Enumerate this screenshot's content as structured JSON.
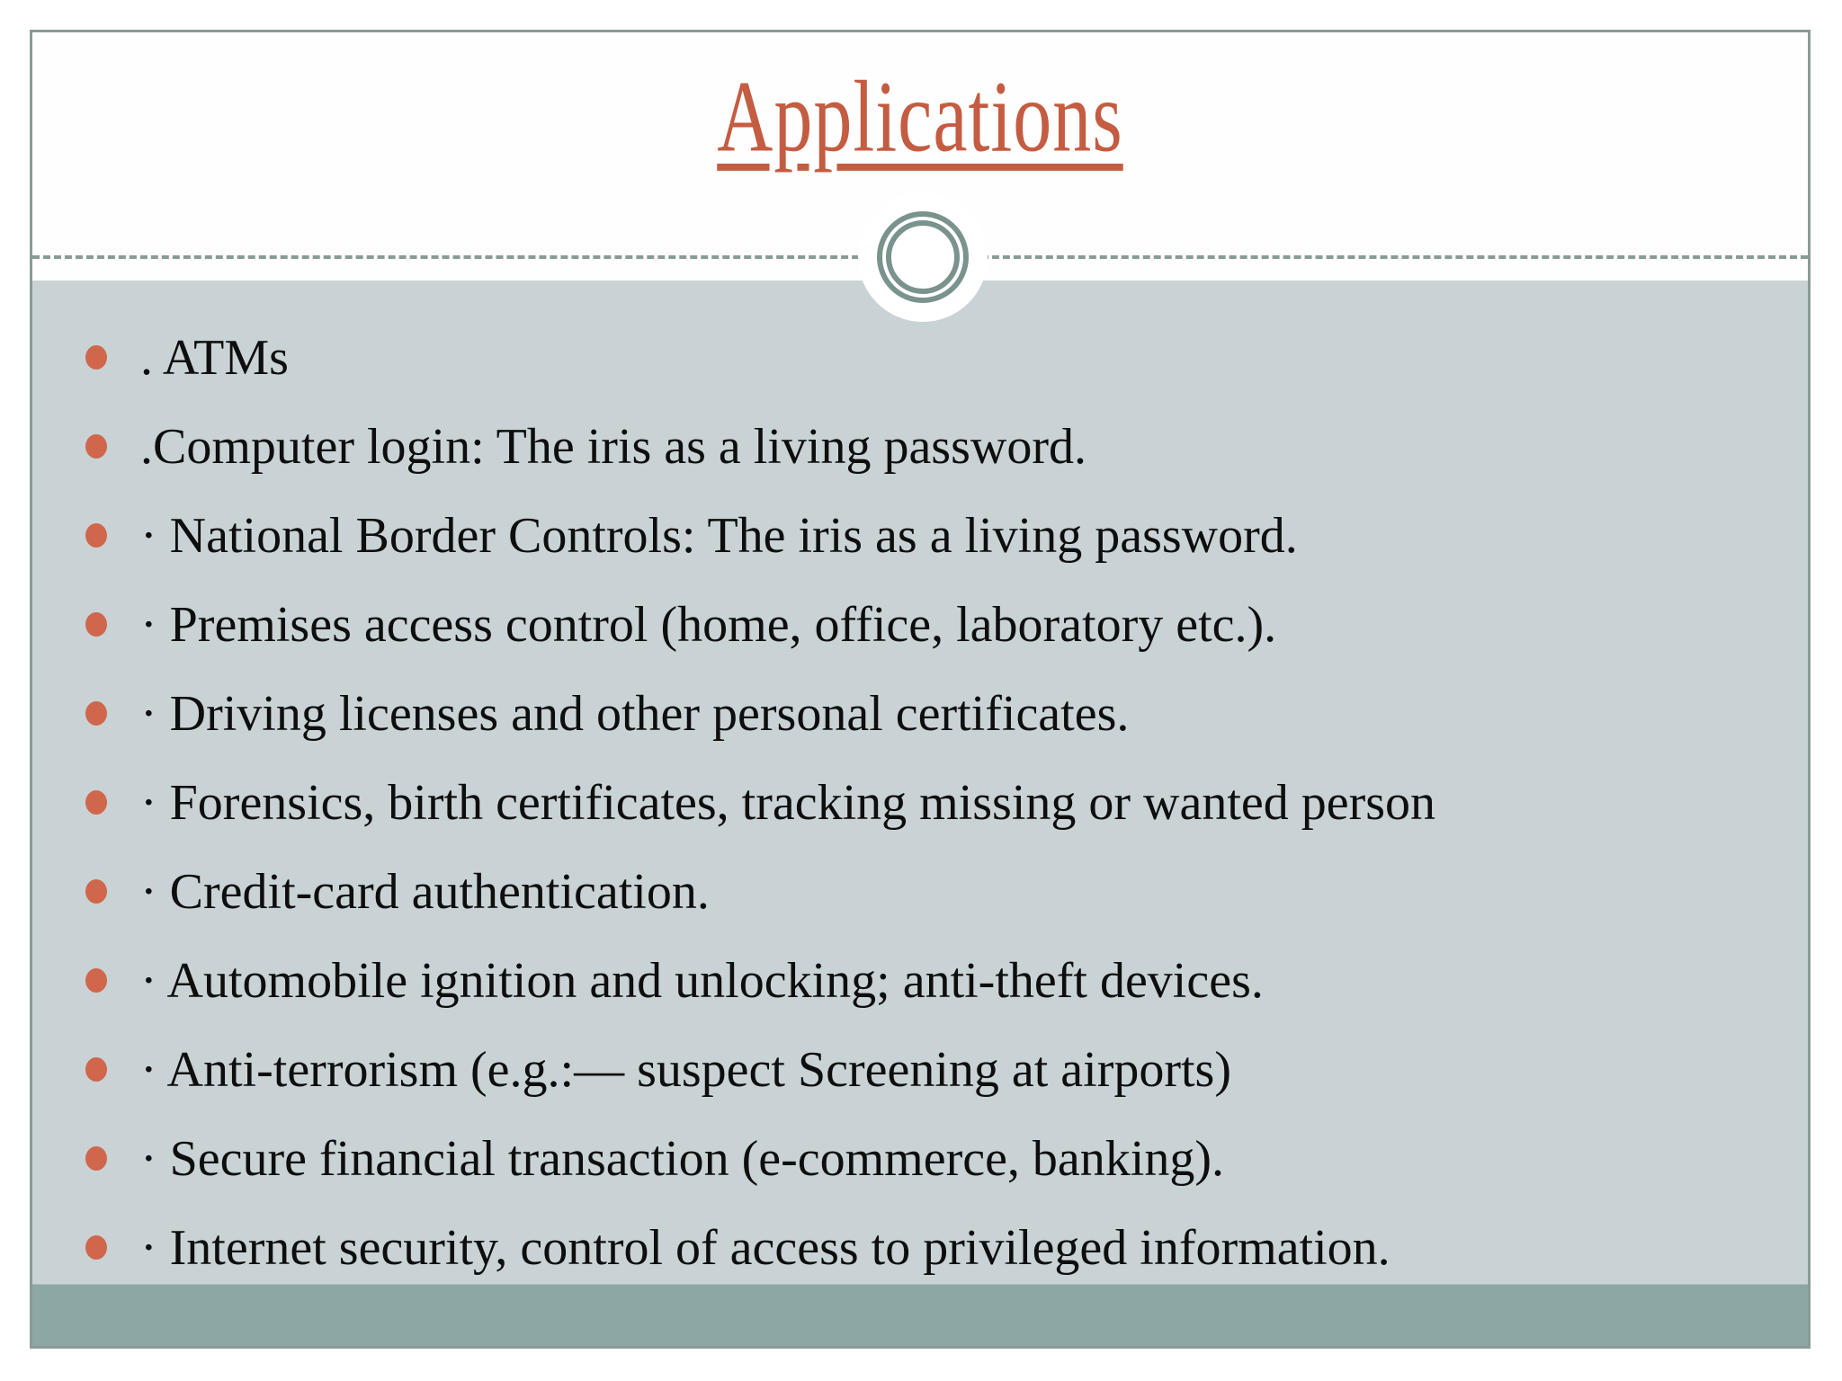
{
  "slide": {
    "title": "Applications",
    "bullets": [
      ". ATMs",
      ".Computer login: The iris as a living password.",
      "· National Border Controls: The iris as a living password.",
      "· Premises access control (home, office, laboratory etc.).",
      "· Driving licenses and other personal certificates.",
      "· Forensics, birth certificates, tracking missing or wanted person",
      "· Credit-card authentication.",
      "· Automobile ignition and unlocking; anti-theft devices.",
      "· Anti-terrorism (e.g.:— suspect Screening at airports)",
      "· Secure financial transaction (e-commerce, banking).",
      "· Internet security, control of access to privileged information."
    ],
    "colors": {
      "title_text": "#c45c42",
      "bullet_dot": "#d0664b",
      "body_text": "#0e0e0e",
      "content_background": "#c9d3d5",
      "footer_band": "#8da8a4",
      "slide_border": "#8a9b95",
      "divider_dash": "#8a9b95",
      "circle_ring": "#7a938c",
      "title_background": "#fefefe"
    }
  }
}
